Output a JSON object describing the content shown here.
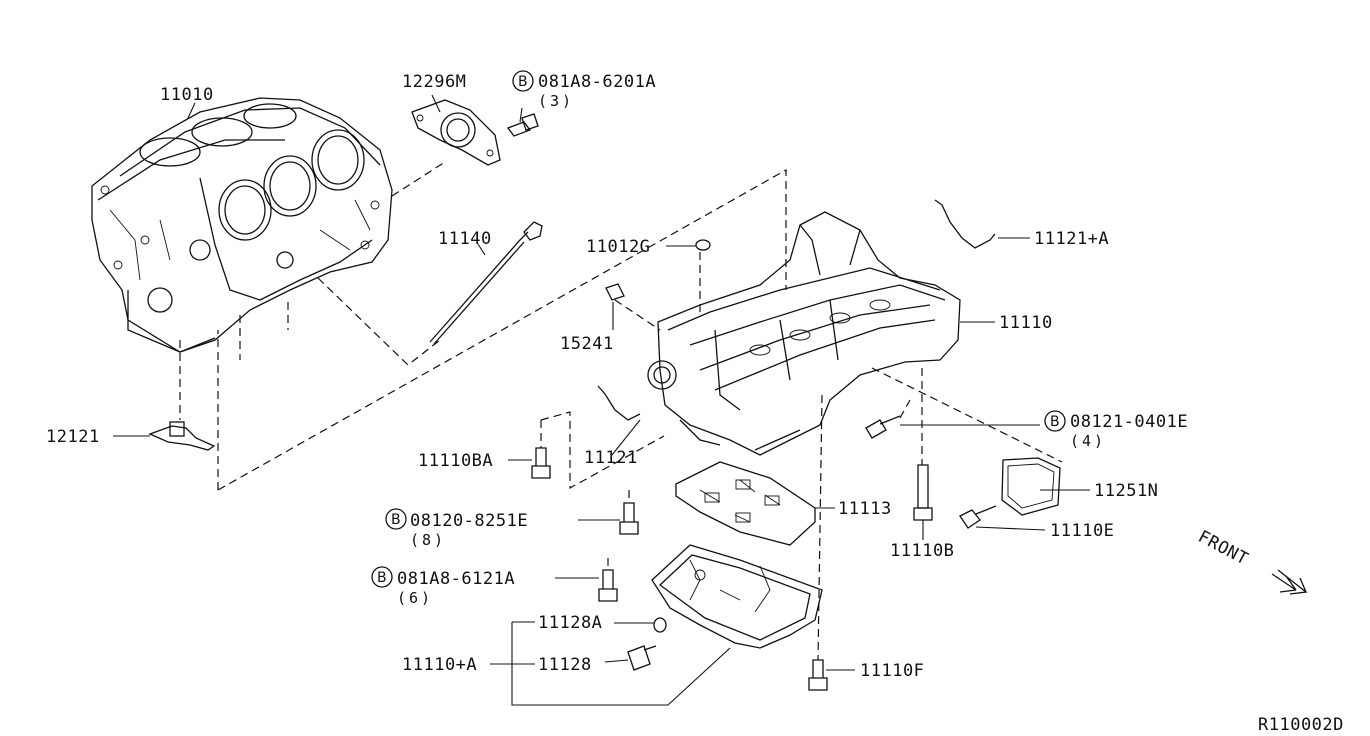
{
  "diagram": {
    "ref_code": "R110002D",
    "front_label": "FRONT",
    "callouts": [
      {
        "id": "block",
        "text": "11010"
      },
      {
        "id": "gasket",
        "text": "12296M"
      },
      {
        "id": "bolt_top",
        "prefix": "B",
        "text": "081A8-6201A",
        "qty": "(3)"
      },
      {
        "id": "dipstick",
        "text": "11140"
      },
      {
        "id": "cap",
        "text": "11012G"
      },
      {
        "id": "gauge",
        "text": "15241"
      },
      {
        "id": "tube_a",
        "text": "11121+A"
      },
      {
        "id": "oilpan_upper",
        "text": "11110"
      },
      {
        "id": "bolt_right",
        "prefix": "B",
        "text": "08121-0401E",
        "qty": "(4)"
      },
      {
        "id": "plate",
        "text": "11251N"
      },
      {
        "id": "bolt_e",
        "text": "11110E"
      },
      {
        "id": "bolt_b",
        "text": "11110B"
      },
      {
        "id": "baffle",
        "text": "11113"
      },
      {
        "id": "tube",
        "text": "11121"
      },
      {
        "id": "bolt_ba",
        "text": "11110BA"
      },
      {
        "id": "bolt_8",
        "prefix": "B",
        "text": "08120-8251E",
        "qty": "(8)"
      },
      {
        "id": "bolt_6",
        "prefix": "B",
        "text": "081A8-6121A",
        "qty": "(6)"
      },
      {
        "id": "washer",
        "text": "11128A"
      },
      {
        "id": "drain_plug",
        "text": "11128"
      },
      {
        "id": "oilpan_lower",
        "text": "11110+A"
      },
      {
        "id": "bolt_f",
        "text": "11110F"
      },
      {
        "id": "sensor",
        "text": "12121"
      }
    ]
  }
}
